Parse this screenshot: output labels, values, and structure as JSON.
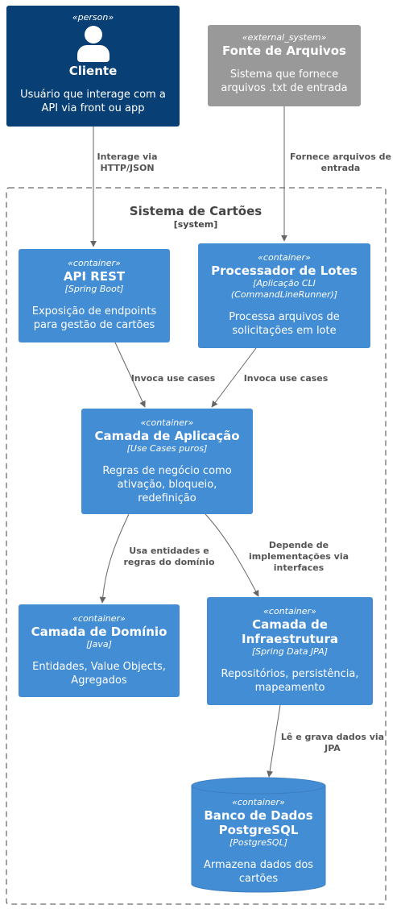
{
  "colors": {
    "person": "#083f75",
    "external": "#999999",
    "container": "#438dd5",
    "edge": "#666666",
    "label": "#555555"
  },
  "nodes": {
    "cliente": {
      "stereotype": "«person»",
      "icon": "person-icon",
      "title": "Cliente",
      "description": "Usuário que interage com a API via front ou app"
    },
    "fonte": {
      "stereotype": "«external_system»",
      "title": "Fonte de Arquivos",
      "description": "Sistema que fornece arquivos .txt de entrada"
    },
    "api": {
      "stereotype": "«container»",
      "title": "API REST",
      "tech": "[Spring Boot]",
      "description": "Exposição de endpoints para gestão de cartões"
    },
    "processador": {
      "stereotype": "«container»",
      "title": "Processador de Lotes",
      "tech": "[Aplicação CLI (CommandLineRunner)]",
      "description": "Processa arquivos de solicitações em lote"
    },
    "aplicacao": {
      "stereotype": "«container»",
      "title": "Camada de Aplicação",
      "tech": "[Use Cases puros]",
      "description": "Regras de negócio como ativação, bloqueio, redefinição"
    },
    "dominio": {
      "stereotype": "«container»",
      "title": "Camada de Domínio",
      "tech": "[Java]",
      "description": "Entidades, Value Objects, Agregados"
    },
    "infra": {
      "stereotype": "«container»",
      "title": "Camada de Infraestrutura",
      "tech": "[Spring Data JPA]",
      "description": "Repositórios, persistência, mapeamento"
    },
    "banco": {
      "stereotype": "«container»",
      "title": "Banco de Dados PostgreSQL",
      "tech": "[PostgreSQL]",
      "description": "Armazena dados dos cartões"
    }
  },
  "boundary": {
    "title": "Sistema de Cartões",
    "type": "[system]"
  },
  "edges": {
    "cliente_api": "Interage via HTTP/JSON",
    "fonte_proc": "Fornece arquivos de entrada",
    "api_app": "Invoca use cases",
    "proc_app": "Invoca use cases",
    "app_dom": "Usa entidades e regras do domínio",
    "app_infra": "Depende de implementações via interfaces",
    "infra_db": "Lê e grava dados via JPA"
  }
}
